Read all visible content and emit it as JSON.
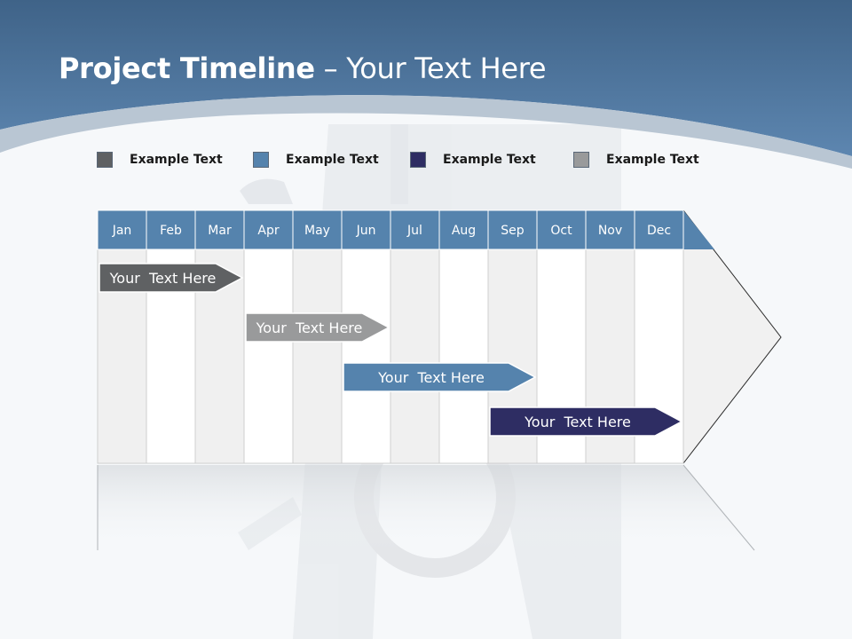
{
  "title": {
    "main": "Project Timeline",
    "rest": " – Your Text Here"
  },
  "legend": [
    {
      "label": "Example Text",
      "color": "#5f6163"
    },
    {
      "label": "Example Text",
      "color": "#5583ad"
    },
    {
      "label": "Example Text",
      "color": "#2e2d63"
    },
    {
      "label": "Example Text",
      "color": "#999a9b"
    }
  ],
  "chart_data": {
    "type": "gantt",
    "months": [
      "Jan",
      "Feb",
      "Mar",
      "Apr",
      "May",
      "Jun",
      "Jul",
      "Aug",
      "Sep",
      "Oct",
      "Nov",
      "Dec"
    ],
    "tasks": [
      {
        "label": "Your  Text Here",
        "start": "Jan",
        "end": "Mar",
        "color": "#5f6163"
      },
      {
        "label": "Your  Text Here",
        "start": "Apr",
        "end": "Jun",
        "color": "#999a9b"
      },
      {
        "label": "Your  Text Here",
        "start": "Jun",
        "end": "Sep",
        "color": "#5583ad"
      },
      {
        "label": "Your  Text Here",
        "start": "Sep",
        "end": "Dec",
        "color": "#2e2d63"
      }
    ]
  },
  "colors": {
    "header_blue": "#4a729a",
    "month_header": "#5583ad",
    "column_gray": "#f0f0f0",
    "column_white": "#ffffff",
    "background": "#f6f8fa"
  }
}
